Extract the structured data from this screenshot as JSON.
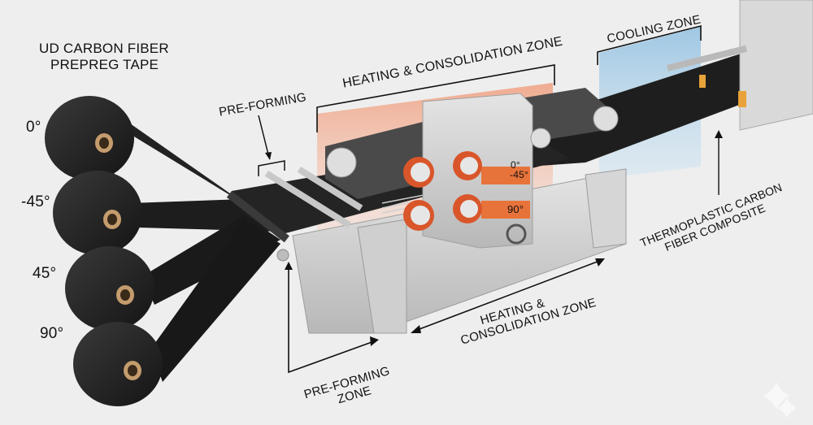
{
  "title_label": [
    "UD CARBON FIBER",
    "PREPREG TAPE"
  ],
  "roll_angles": [
    "0°",
    "-45°",
    "45°",
    "90°"
  ],
  "stack_angles": [
    "0°",
    "-45°",
    "90°"
  ],
  "labels": {
    "pre_forming": "PRE-FORMING",
    "heating_zone_top": "HEATING & CONSOLIDATION ZONE",
    "cooling_zone": "COOLING ZONE",
    "product": [
      "THERMOPLASTIC CARBON",
      "FIBER COMPOSITE"
    ],
    "heating_zone_bottom": [
      "HEATING &",
      "CONSOLIDATION ZONE"
    ],
    "pre_forming_zone": [
      "PRE-FORMING",
      "ZONE"
    ]
  },
  "colors": {
    "background": "#eeeeee",
    "carbon": "#2a2a2a",
    "heat_accent": "#e8733a",
    "cooling": "#a9cde6",
    "frame": "#c9c9c9"
  },
  "watermark_icon": "sparkle-icon"
}
